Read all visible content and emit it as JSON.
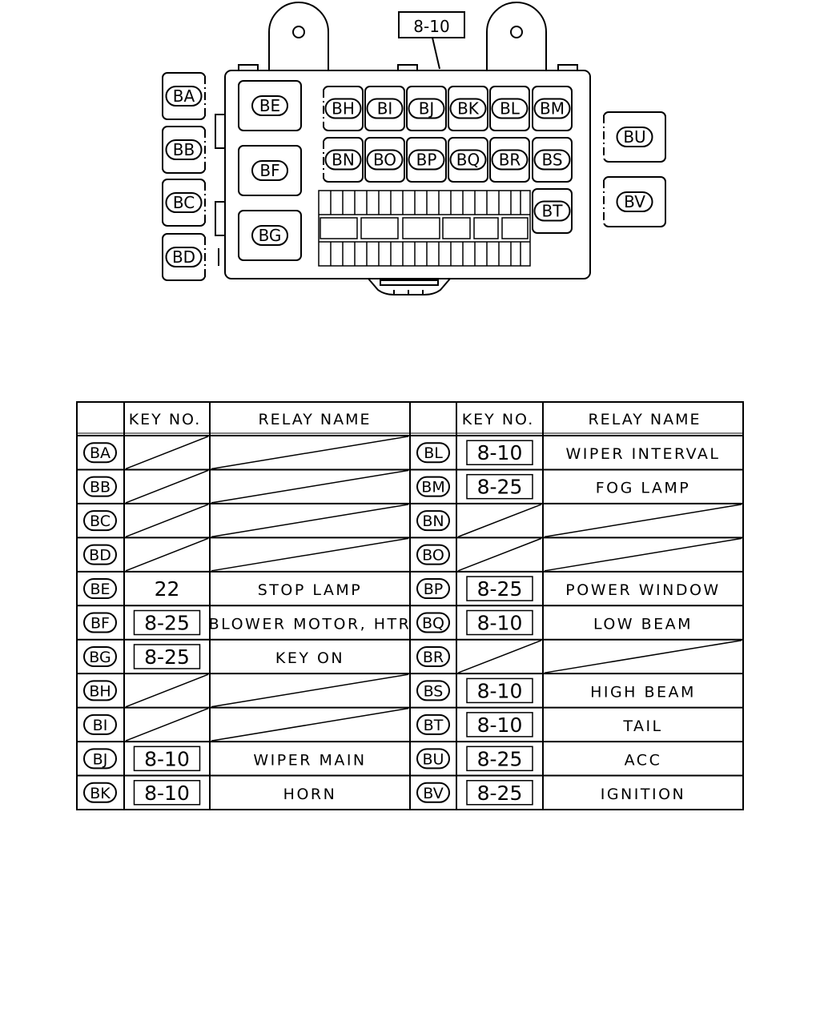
{
  "diagram": {
    "callout": "8-10",
    "labels": {
      "BA": "BA",
      "BB": "BB",
      "BC": "BC",
      "BD": "BD",
      "BE": "BE",
      "BF": "BF",
      "BG": "BG",
      "BH": "BH",
      "BI": "BI",
      "BJ": "BJ",
      "BK": "BK",
      "BL": "BL",
      "BM": "BM",
      "BN": "BN",
      "BO": "BO",
      "BP": "BP",
      "BQ": "BQ",
      "BR": "BR",
      "BS": "BS",
      "BT": "BT",
      "BU": "BU",
      "BV": "BV"
    }
  },
  "table": {
    "headers": {
      "key_no": "KEY NO.",
      "relay_name": "RELAY NAME"
    },
    "left_rows": [
      {
        "code": "BA",
        "key": "",
        "boxed": false,
        "name": "",
        "empty": true
      },
      {
        "code": "BB",
        "key": "",
        "boxed": false,
        "name": "",
        "empty": true
      },
      {
        "code": "BC",
        "key": "",
        "boxed": false,
        "name": "",
        "empty": true
      },
      {
        "code": "BD",
        "key": "",
        "boxed": false,
        "name": "",
        "empty": true
      },
      {
        "code": "BE",
        "key": "22",
        "boxed": false,
        "name": "STOP LAMP",
        "empty": false
      },
      {
        "code": "BF",
        "key": "8-25",
        "boxed": true,
        "name": "BLOWER MOTOR, HTR",
        "empty": false
      },
      {
        "code": "BG",
        "key": "8-25",
        "boxed": true,
        "name": "KEY ON",
        "empty": false
      },
      {
        "code": "BH",
        "key": "",
        "boxed": false,
        "name": "",
        "empty": true
      },
      {
        "code": "BI",
        "key": "",
        "boxed": false,
        "name": "",
        "empty": true
      },
      {
        "code": "BJ",
        "key": "8-10",
        "boxed": true,
        "name": "WIPER MAIN",
        "empty": false
      },
      {
        "code": "BK",
        "key": "8-10",
        "boxed": true,
        "name": "HORN",
        "empty": false
      }
    ],
    "right_rows": [
      {
        "code": "BL",
        "key": "8-10",
        "boxed": true,
        "name": "WIPER INTERVAL",
        "empty": false
      },
      {
        "code": "BM",
        "key": "8-25",
        "boxed": true,
        "name": "FOG LAMP",
        "empty": false
      },
      {
        "code": "BN",
        "key": "",
        "boxed": false,
        "name": "",
        "empty": true
      },
      {
        "code": "BO",
        "key": "",
        "boxed": false,
        "name": "",
        "empty": true
      },
      {
        "code": "BP",
        "key": "8-25",
        "boxed": true,
        "name": "POWER WINDOW",
        "empty": false
      },
      {
        "code": "BQ",
        "key": "8-10",
        "boxed": true,
        "name": "LOW BEAM",
        "empty": false
      },
      {
        "code": "BR",
        "key": "",
        "boxed": false,
        "name": "",
        "empty": true
      },
      {
        "code": "BS",
        "key": "8-10",
        "boxed": true,
        "name": "HIGH BEAM",
        "empty": false
      },
      {
        "code": "BT",
        "key": "8-10",
        "boxed": true,
        "name": "TAIL",
        "empty": false
      },
      {
        "code": "BU",
        "key": "8-25",
        "boxed": true,
        "name": "ACC",
        "empty": false
      },
      {
        "code": "BV",
        "key": "8-25",
        "boxed": true,
        "name": "IGNITION",
        "empty": false
      }
    ]
  }
}
